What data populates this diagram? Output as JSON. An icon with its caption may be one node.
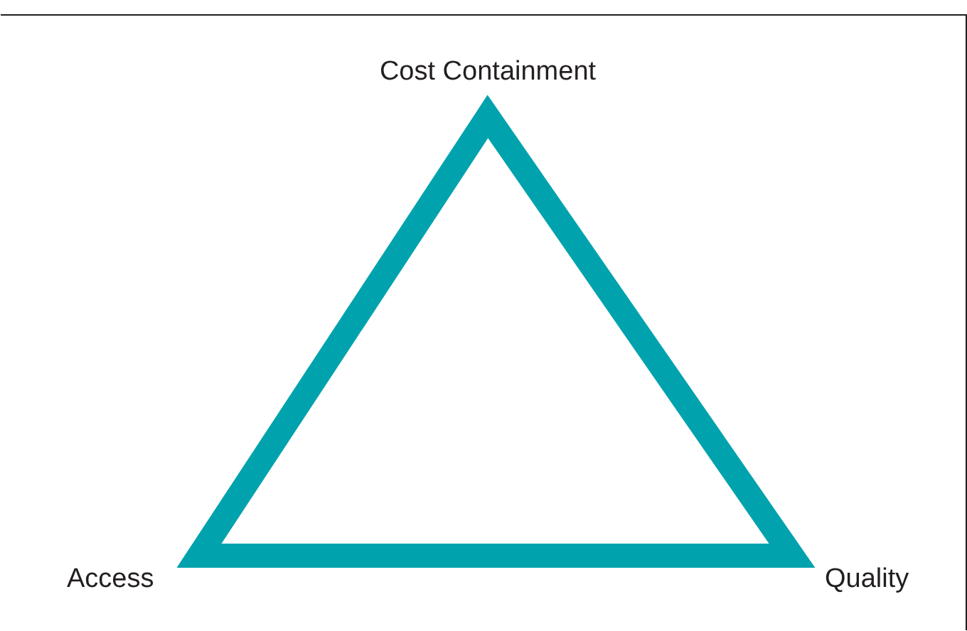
{
  "diagram": {
    "labels": [
      "Cost Containment",
      "Access",
      "Quality"
    ]
  }
}
